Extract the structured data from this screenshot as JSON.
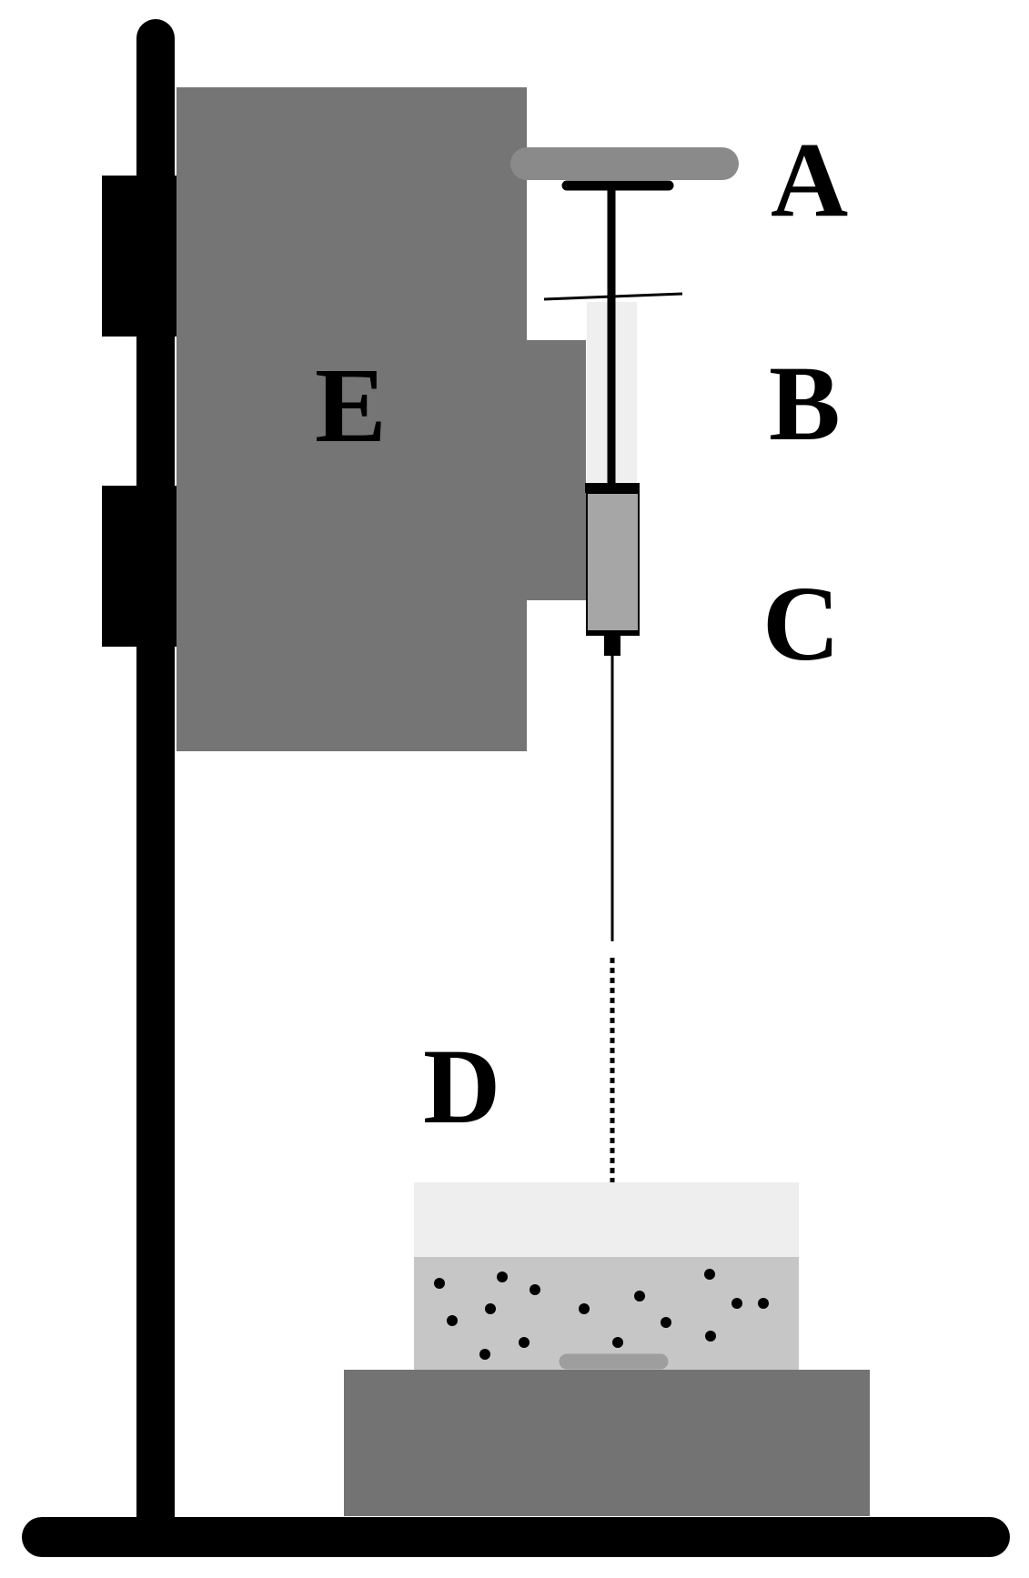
{
  "labels": {
    "a": "A",
    "b": "B",
    "c": "C",
    "d": "D",
    "e": "E"
  },
  "colors": {
    "stand": "#000000",
    "pump_body": "#757575",
    "pusher_arm": "#8a8a8a",
    "syringe_barrel": "#efefef",
    "syringe_liquid": "#a6a6a6",
    "collector_top_layer": "#eeeeee",
    "collector_bath": "#c6c6c6",
    "particles": "#000000",
    "stirrer_bar": "#9e9e9e",
    "stirrer_plate": "#737373"
  }
}
